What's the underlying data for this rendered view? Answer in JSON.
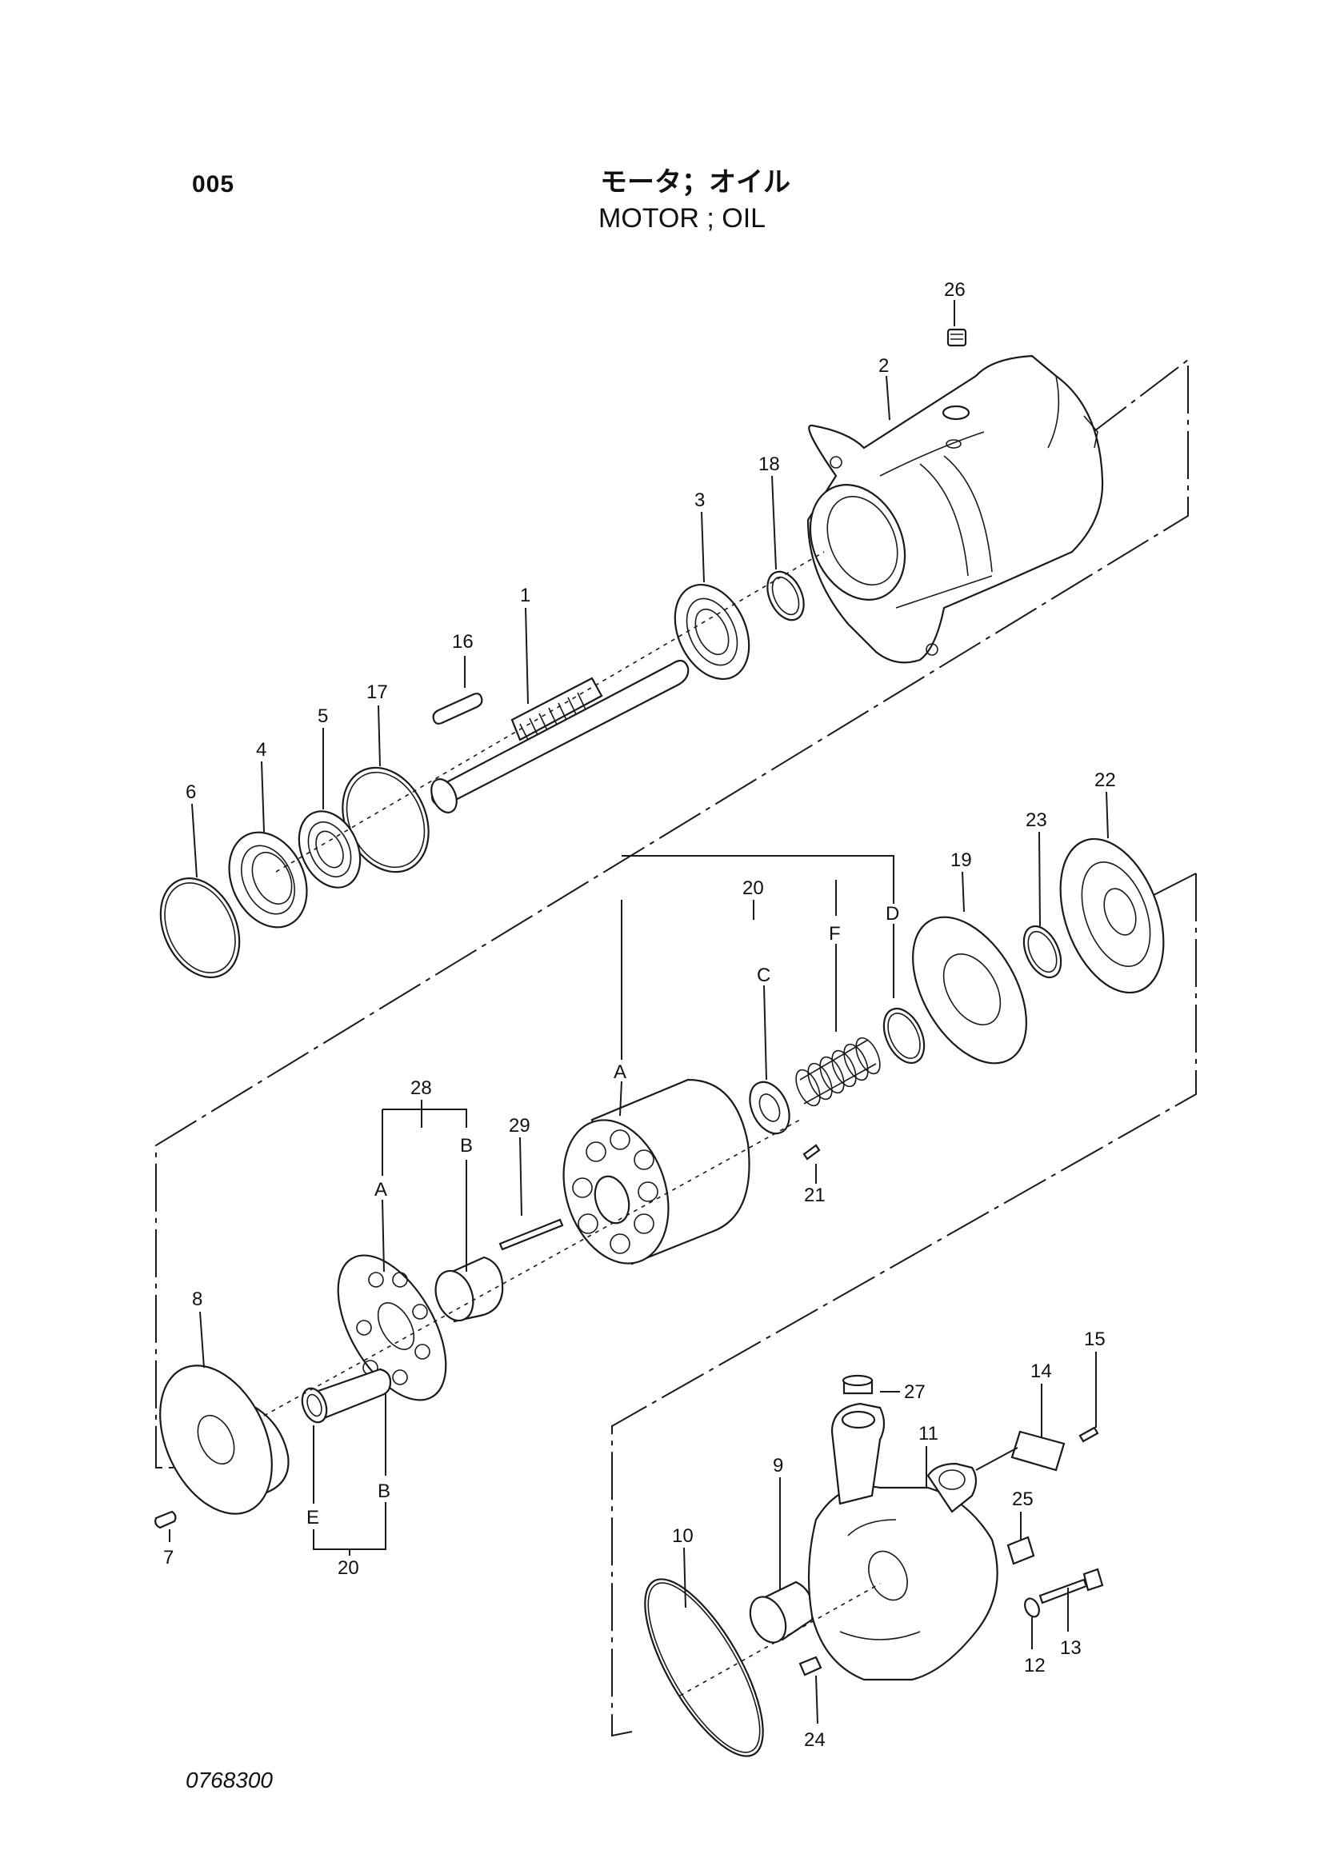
{
  "header": {
    "page_number": "005",
    "title_jp": "モータ；オイル",
    "title_en": "MOTOR ; OIL"
  },
  "footer": {
    "drawing_number": "0768300"
  },
  "callouts": {
    "c1": "1",
    "c2": "2",
    "c3": "3",
    "c4": "4",
    "c5": "5",
    "c6": "6",
    "c7": "7",
    "c8": "8",
    "c9": "9",
    "c10": "10",
    "c11": "11",
    "c12": "12",
    "c13": "13",
    "c14": "14",
    "c15": "15",
    "c16": "16",
    "c17": "17",
    "c18": "18",
    "c19": "19",
    "c20a": "20",
    "c20b": "20",
    "c21": "21",
    "c22": "22",
    "c23": "23",
    "c24": "24",
    "c25": "25",
    "c26": "26",
    "c27": "27",
    "c28": "28",
    "c29": "29"
  },
  "sub_labels": {
    "a1": "A",
    "a2": "A",
    "b1": "B",
    "b2": "B",
    "c": "C",
    "d": "D",
    "e": "E",
    "f": "F"
  }
}
